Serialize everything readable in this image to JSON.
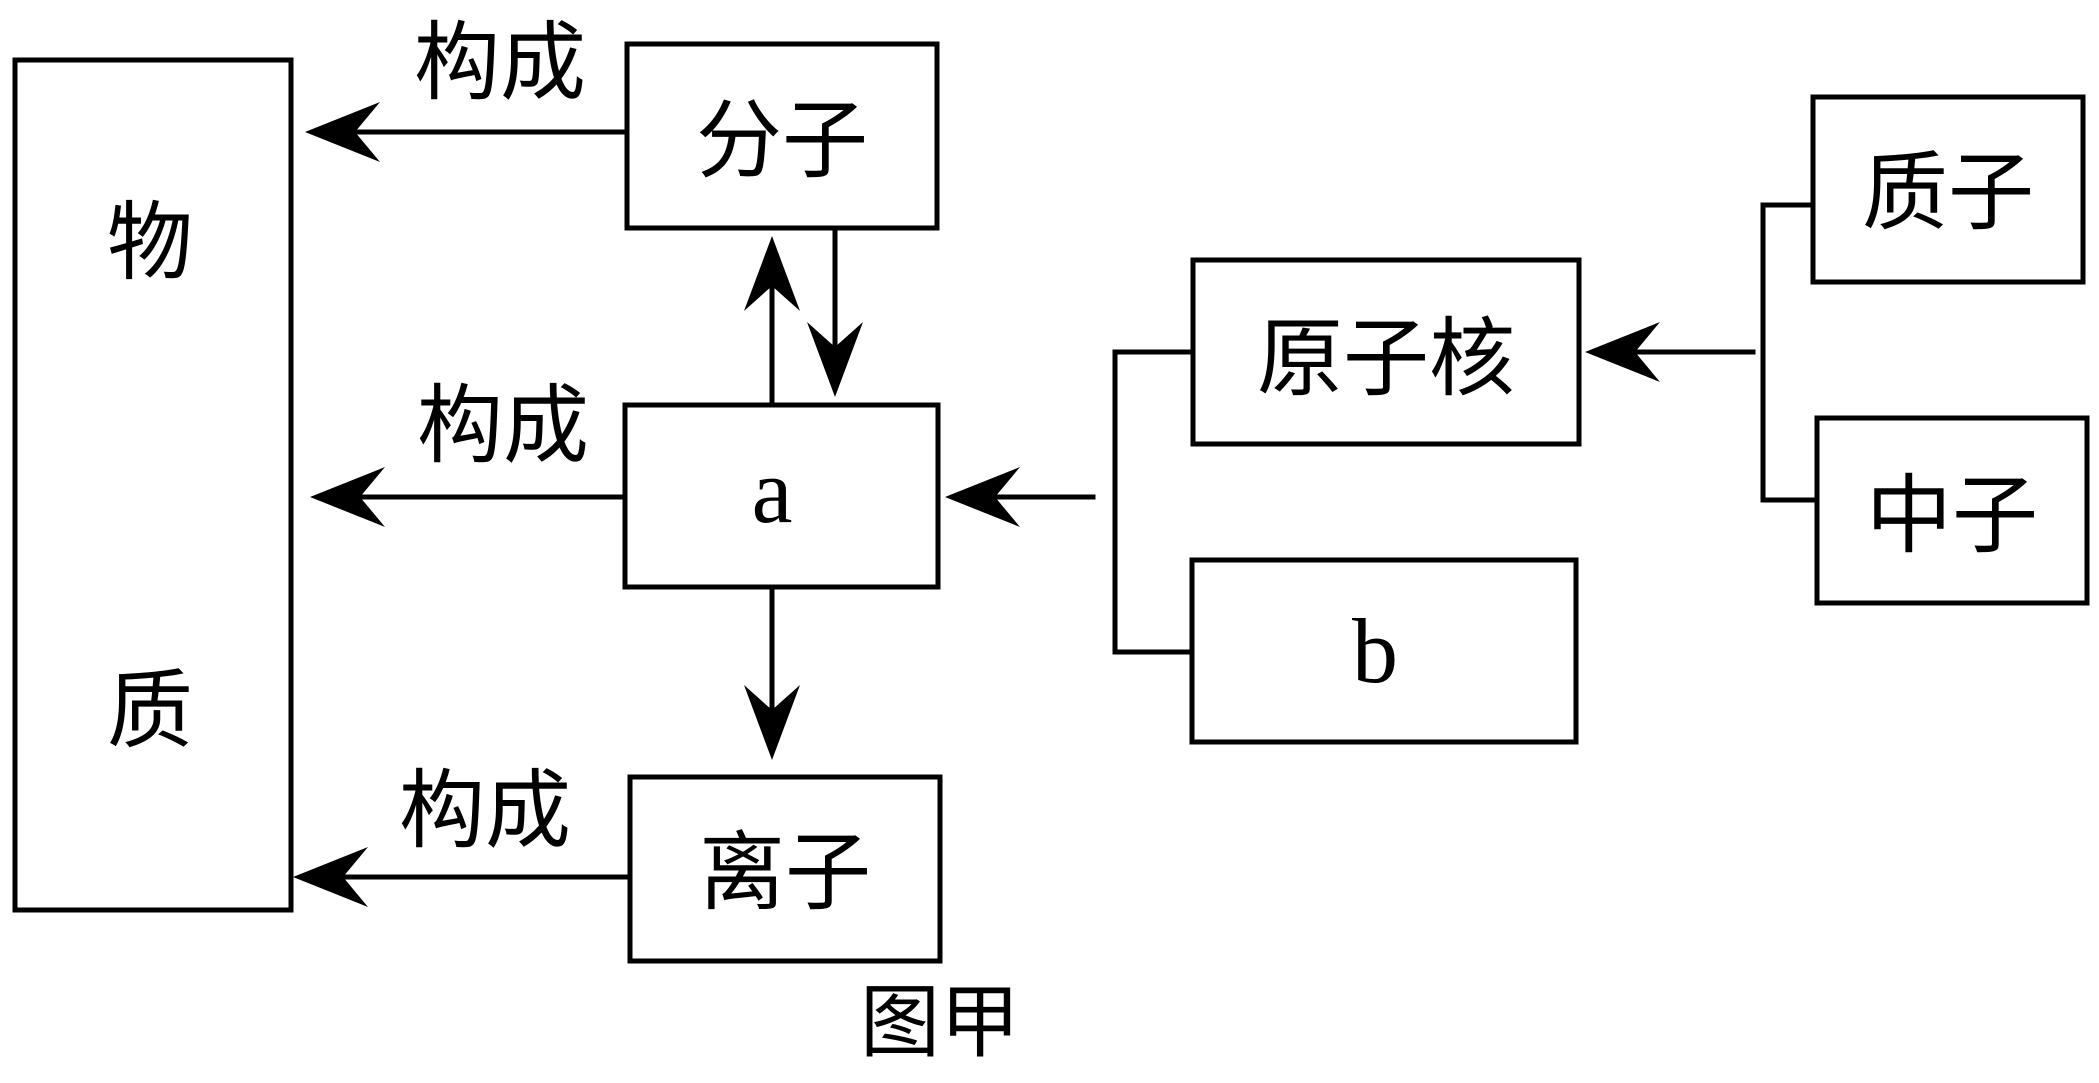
{
  "diagram": {
    "substance_label_1": "物",
    "substance_label_2": "质",
    "molecule": "分子",
    "atom": "a",
    "ion": "离子",
    "nucleus": "原子核",
    "electron": "b",
    "proton": "质子",
    "neutron": "中子",
    "edge_molecule": "构成",
    "edge_atom": "构成",
    "edge_ion": "构成",
    "caption": "图甲"
  }
}
